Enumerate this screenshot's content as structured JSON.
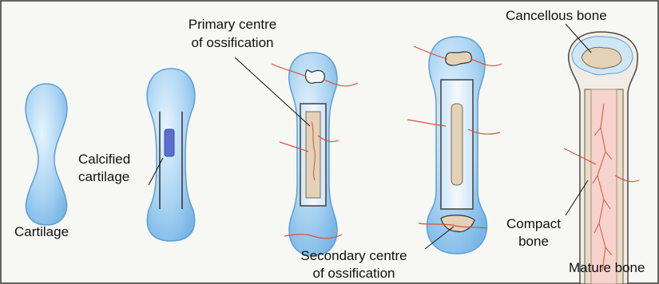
{
  "labels": {
    "cartilage": "Cartilage",
    "calcified_1": "Calcified",
    "calcified_2": "cartilage",
    "primary_1": "Primary centre",
    "primary_2": "of ossification",
    "secondary_1": "Secondary centre",
    "secondary_2": "of ossification",
    "cancellous": "Cancellous bone",
    "compact_1": "Compact",
    "compact_2": "bone",
    "mature": "Mature bone"
  },
  "colors": {
    "cartilage_fill": "#a9d3f2",
    "cartilage_edge": "#5b9fd4",
    "bone_fill": "#e3d2b7",
    "vessel": "#d9533a",
    "calcified": "#5a6fd0",
    "marrow": "#f6d3cc"
  }
}
